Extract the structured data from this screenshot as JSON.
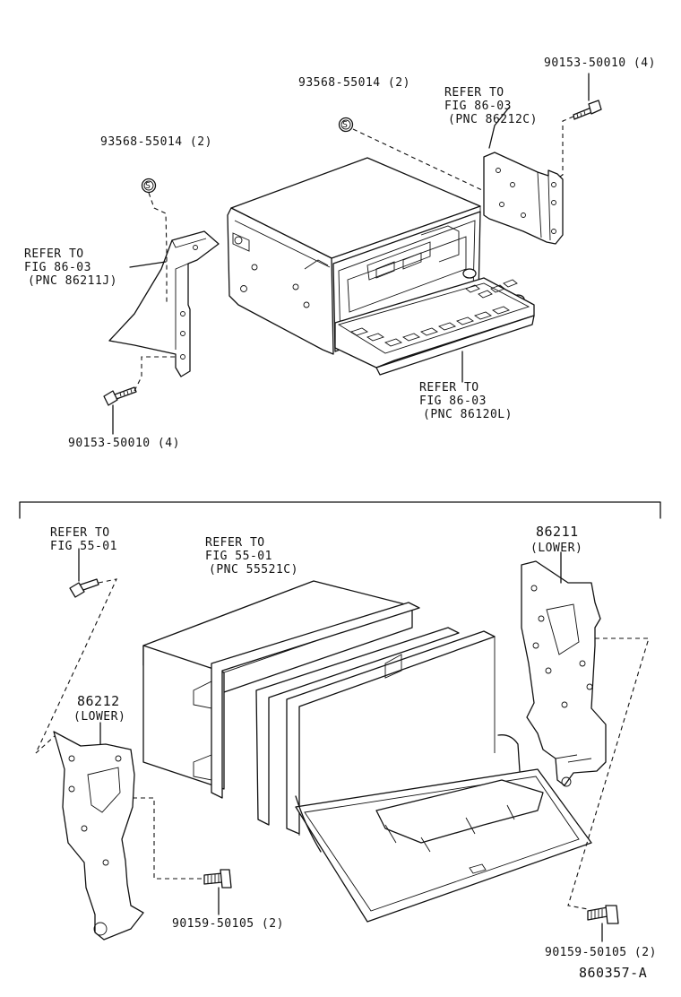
{
  "top": {
    "clip_top_left": "93568-55014 (2)",
    "clip_top_center": "93568-55014 (2)",
    "bolt_top_right": "90153-50010 (4)",
    "bolt_mid_left": "90153-50010 (4)",
    "ref_bracket_right": [
      "REFER TO",
      "FIG 86-03",
      "(PNC 86212C)"
    ],
    "ref_bracket_left": [
      "REFER TO",
      "FIG 86-03",
      "(PNC 86211J)"
    ],
    "ref_unit": [
      "REFER TO",
      "FIG 86-03",
      "(PNC 86120L)"
    ],
    "clip_symbol": "S"
  },
  "bottom": {
    "ref_bolt_left": [
      "REFER TO",
      "FIG 55-01"
    ],
    "ref_box": [
      "REFER TO",
      "FIG 55-01",
      "(PNC 55521C)"
    ],
    "part_right": "86211",
    "part_right_sub": "(LOWER)",
    "part_left": "86212",
    "part_left_sub": "(LOWER)",
    "screw_bottom_center": "90159-50105 (2)",
    "screw_bottom_right": "90159-50105 (2)"
  },
  "diagram_id": "860357-A"
}
